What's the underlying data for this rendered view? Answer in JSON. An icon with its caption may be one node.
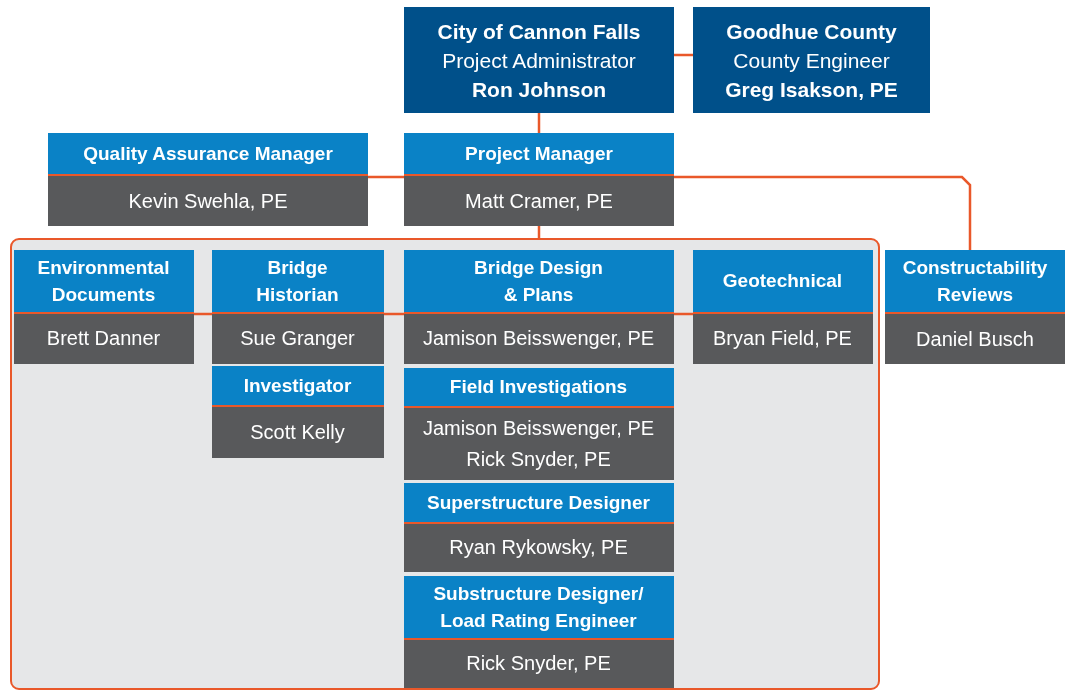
{
  "diagram": {
    "nodes": [
      {
        "text": [
          "City of Cannon Falls",
          "Project Administrator",
          "Ron Johnson"
        ]
      },
      {
        "text": [
          "Goodhue County",
          "County Engineer",
          "Greg Isakson, PE"
        ]
      },
      {
        "text": [
          "Quality Assurance Manager",
          "Kevin Swehla, PE"
        ]
      },
      {
        "text": [
          "Project Manager",
          "Matt Cramer, PE"
        ]
      },
      {
        "text": [],
        "shape": "box"
      },
      {
        "text": [
          "Environmental Documents",
          "Brett Danner"
        ],
        "in": 4
      },
      {
        "text": [
          "Bridge Historian",
          "Sue Granger"
        ],
        "in": 4
      },
      {
        "text": [
          "Investigator",
          "Scott Kelly"
        ],
        "in": 4
      },
      {
        "text": [
          "Bridge Design & Plans",
          "Jamison Beisswenger, PE"
        ],
        "in": 4
      },
      {
        "text": [
          "Field Investigations",
          "Jamison Beisswenger, PE",
          "Rick Snyder, PE"
        ],
        "in": 4
      },
      {
        "text": [
          "Superstructure Designer",
          "Ryan Rykowsky, PE"
        ],
        "in": 4
      },
      {
        "text": [
          "Substructure Designer/ Load Rating Engineer",
          "Rick Snyder, PE"
        ],
        "in": 4
      },
      {
        "text": [
          "Geotechnical",
          "Bryan Field, PE"
        ],
        "in": 4
      },
      {
        "text": [
          "Constructability Reviews",
          "Daniel Busch"
        ]
      }
    ],
    "edges": [
      {
        "from": 0,
        "to": 1,
        "arrow": "none"
      },
      {
        "from": 0,
        "to": 3,
        "arrow": "none"
      },
      {
        "from": 2,
        "to": 3,
        "arrow": "none"
      },
      {
        "from": 3,
        "to": 13,
        "arrow": "none"
      },
      {
        "from": 3,
        "to": 4,
        "arrow": "none"
      },
      {
        "from": 5,
        "to": 6,
        "arrow": "none"
      },
      {
        "from": 6,
        "to": 8,
        "arrow": "none"
      },
      {
        "from": 8,
        "to": 12,
        "arrow": "none"
      }
    ]
  }
}
